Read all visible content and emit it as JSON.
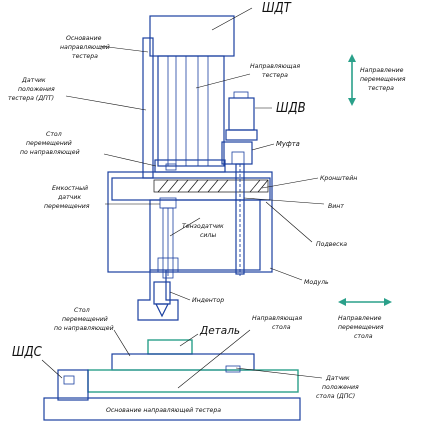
{
  "labels": {
    "shdt": "ШДТ",
    "base_guide_tester": [
      "Основание",
      "направляющей",
      "тестера"
    ],
    "guide_tester": [
      "Направляющая",
      "тестера"
    ],
    "dir_tester": [
      "Направление",
      "перемещения",
      "тестера"
    ],
    "sensor_dpt": [
      "Датчик",
      "положения",
      "тестера (ДПТ)"
    ],
    "shdv": "ШДВ",
    "coupling": "Муфта",
    "table_guide": [
      "Стол",
      "перемещений",
      "по направляющей"
    ],
    "bracket": "Кронштейн",
    "screw": "Винт",
    "cap_sensor": [
      "Емкостный",
      "датчик",
      "перемещения"
    ],
    "strain_gauge": [
      "Тензодатчик",
      "силы"
    ],
    "suspension": "Подвеска",
    "module": "Модуль",
    "indentor": "Индентор",
    "part": "Деталь",
    "table_guide2": [
      "Стол",
      "перемещений",
      "по направляющей"
    ],
    "guide_table": [
      "Направляющая",
      "стола"
    ],
    "dir_table": [
      "Направление",
      "перемещения",
      "стола"
    ],
    "shds": "ШДС",
    "sensor_dps": [
      "Датчик",
      "положения",
      "стола (ДПС)"
    ],
    "base_guide_tester2": "Основание направляющей тестера"
  },
  "colors": {
    "blue": "#1a3fa0",
    "green": "#2aa08a",
    "black": "#111111"
  }
}
